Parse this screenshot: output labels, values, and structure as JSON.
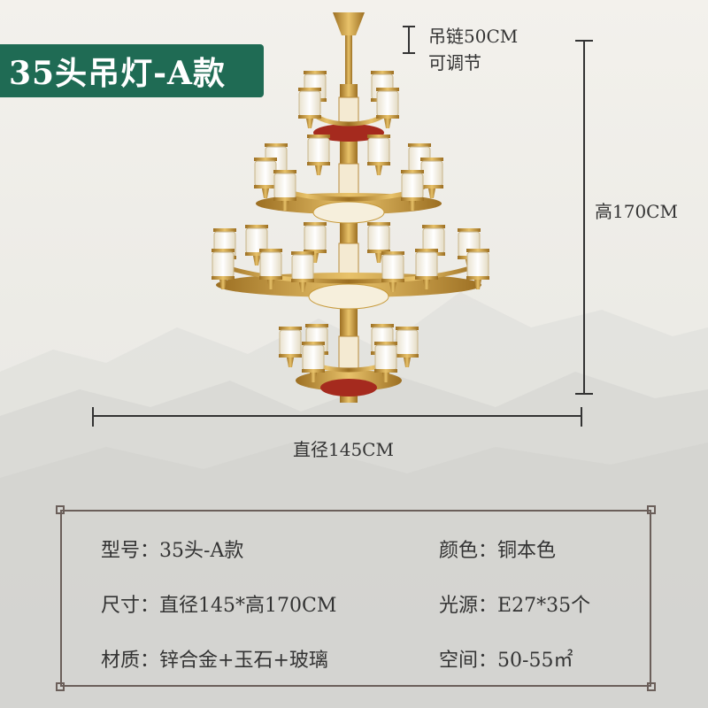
{
  "title": "35头吊灯-A款",
  "dimensions": {
    "chain_line1": "吊链50CM",
    "chain_line2": "可调节",
    "height": "高170CM",
    "diameter": "直径145CM"
  },
  "specs": {
    "model_label": "型号：",
    "model_value": "35头-A款",
    "color_label": "颜色：",
    "color_value": "铜本色",
    "size_label": "尺寸：",
    "size_value": "直径145*高170CM",
    "light_label": "光源：",
    "light_value": "E27*35个",
    "material_label": "材质：",
    "material_value": "锌合金+玉石+玻璃",
    "space_label": "空间：",
    "space_value": "50-55㎡"
  },
  "colors": {
    "badge": "#1f6b54",
    "gold": "#c79a3b",
    "frame": "#6b5f5a"
  }
}
